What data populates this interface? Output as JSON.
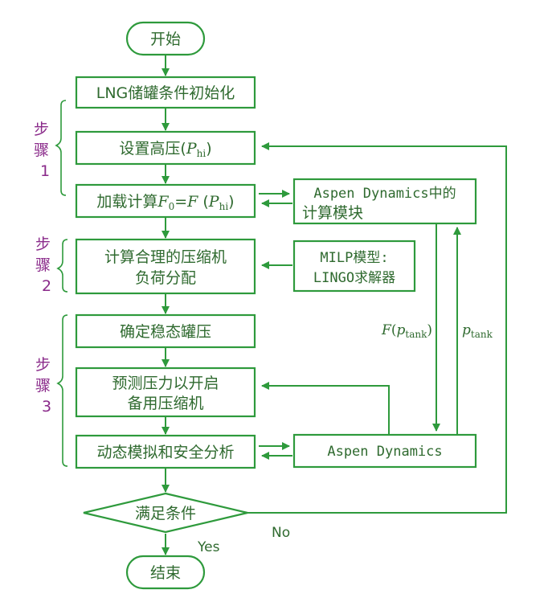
{
  "nodes": {
    "start": "开始",
    "init": "LNG储罐条件初始化",
    "set_high": "设置高压(",
    "set_high_var": "P",
    "set_high_sub": "hi",
    "set_high_close": ")",
    "load_pre": "加载计算",
    "load_f0": "F",
    "load_f0_sub": "0",
    "load_eq": "=",
    "load_f": "F",
    "load_open": " (",
    "load_p": "P",
    "load_p_sub": "hi",
    "load_close": ")",
    "aspen1_line1": "Aspen Dynamics中的",
    "aspen1_line2": "计算模块",
    "alloc_line1": "计算合理的压缩机",
    "alloc_line2": "负荷分配",
    "milp_line1": "MILP模型:",
    "milp_line2": "LINGO求解器",
    "steady": "确定稳态罐压",
    "predict_line1": "预测压力以开启",
    "predict_line2": "备用压缩机",
    "dynamic": "动态模拟和安全分析",
    "aspen2": "Aspen Dynamics",
    "condition": "满足条件",
    "end": "结束"
  },
  "labels": {
    "f_ptank_f": "F",
    "f_ptank_open": "(",
    "f_ptank_p": "p",
    "f_ptank_sub": "tank",
    "f_ptank_close": ")",
    "ptank_p": "p",
    "ptank_sub": "tank",
    "yes": "Yes",
    "no": "No"
  },
  "steps": [
    {
      "chars": [
        "步",
        "骤",
        "1"
      ]
    },
    {
      "chars": [
        "步",
        "骤",
        "2"
      ]
    },
    {
      "chars": [
        "步",
        "骤",
        "3"
      ]
    }
  ],
  "colors": {
    "accent": "#2e9a3c",
    "text": "#2f6a2f",
    "step": "#8a2a8a"
  }
}
